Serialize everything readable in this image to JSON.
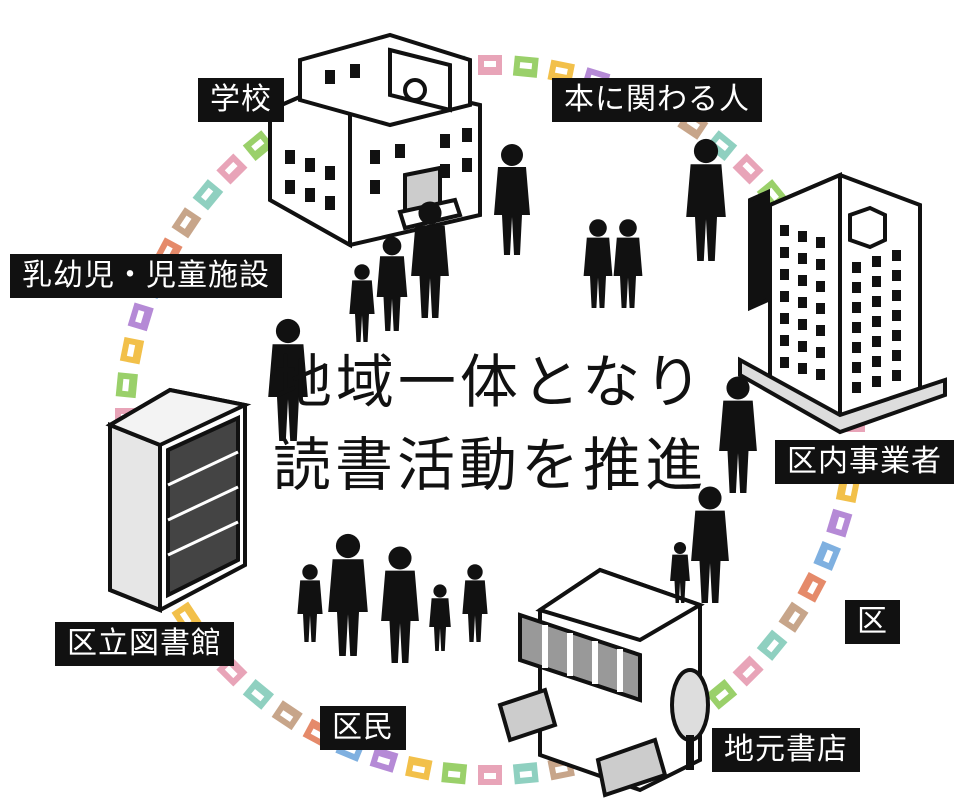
{
  "center": {
    "line1": "地域一体となり",
    "line2": "読書活動を推進"
  },
  "labels": {
    "school": "学校",
    "book_people": "本に関わる人",
    "childcare": "乳幼児・児童施設",
    "business": "区内事業者",
    "ward": "区",
    "library": "区立図書館",
    "residents": "区民",
    "bookstore": "地元書店"
  },
  "colors": {
    "ink": "#111111",
    "paper": "#ffffff",
    "ring": [
      "#e8a4b8",
      "#9ad06a",
      "#f2c04a",
      "#b58ad6",
      "#7fb0e0",
      "#e58a6a",
      "#c7a58a",
      "#8fd0c0"
    ]
  },
  "icons": [
    "school-building-icon",
    "office-building-icon",
    "bookshelf-icon",
    "bookstore-icon",
    "people-silhouette-icon"
  ]
}
